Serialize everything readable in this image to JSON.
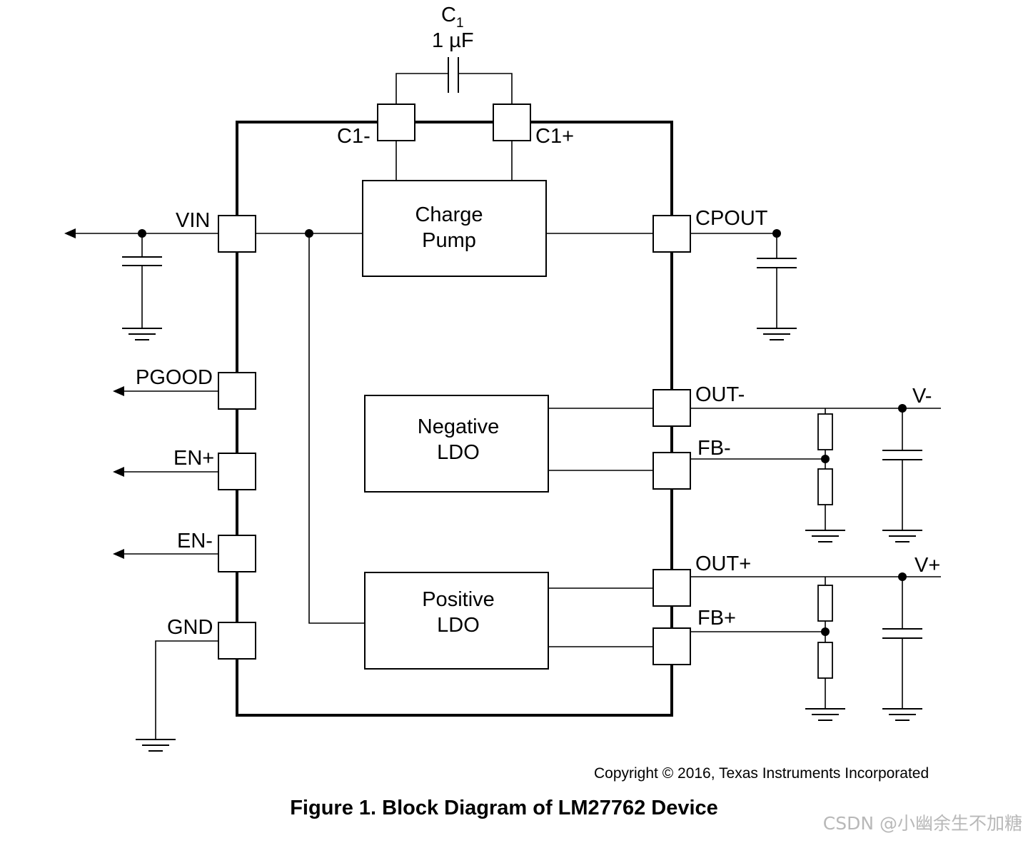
{
  "capacitor": {
    "ref": "C",
    "ref_sub": "1",
    "value": "1 µF"
  },
  "pins": {
    "c1_minus": "C1-",
    "c1_plus": "C1+",
    "vin": "VIN",
    "cpout": "CPOUT",
    "pgood": "PGOOD",
    "en_plus": "EN+",
    "en_minus": "EN-",
    "gnd": "GND",
    "out_minus": "OUT-",
    "fb_minus": "FB-",
    "out_plus": "OUT+",
    "fb_plus": "FB+"
  },
  "blocks": {
    "charge_pump": [
      "Charge",
      "Pump"
    ],
    "negative_ldo": [
      "Negative",
      "LDO"
    ],
    "positive_ldo": [
      "Positive",
      "LDO"
    ]
  },
  "outputs": {
    "v_minus": "V-",
    "v_plus": "V+"
  },
  "copyright": "Copyright © 2016, Texas Instruments Incorporated",
  "caption": "Figure 1. Block Diagram of LM27762 Device",
  "watermark": "CSDN @小幽余生不加糖"
}
